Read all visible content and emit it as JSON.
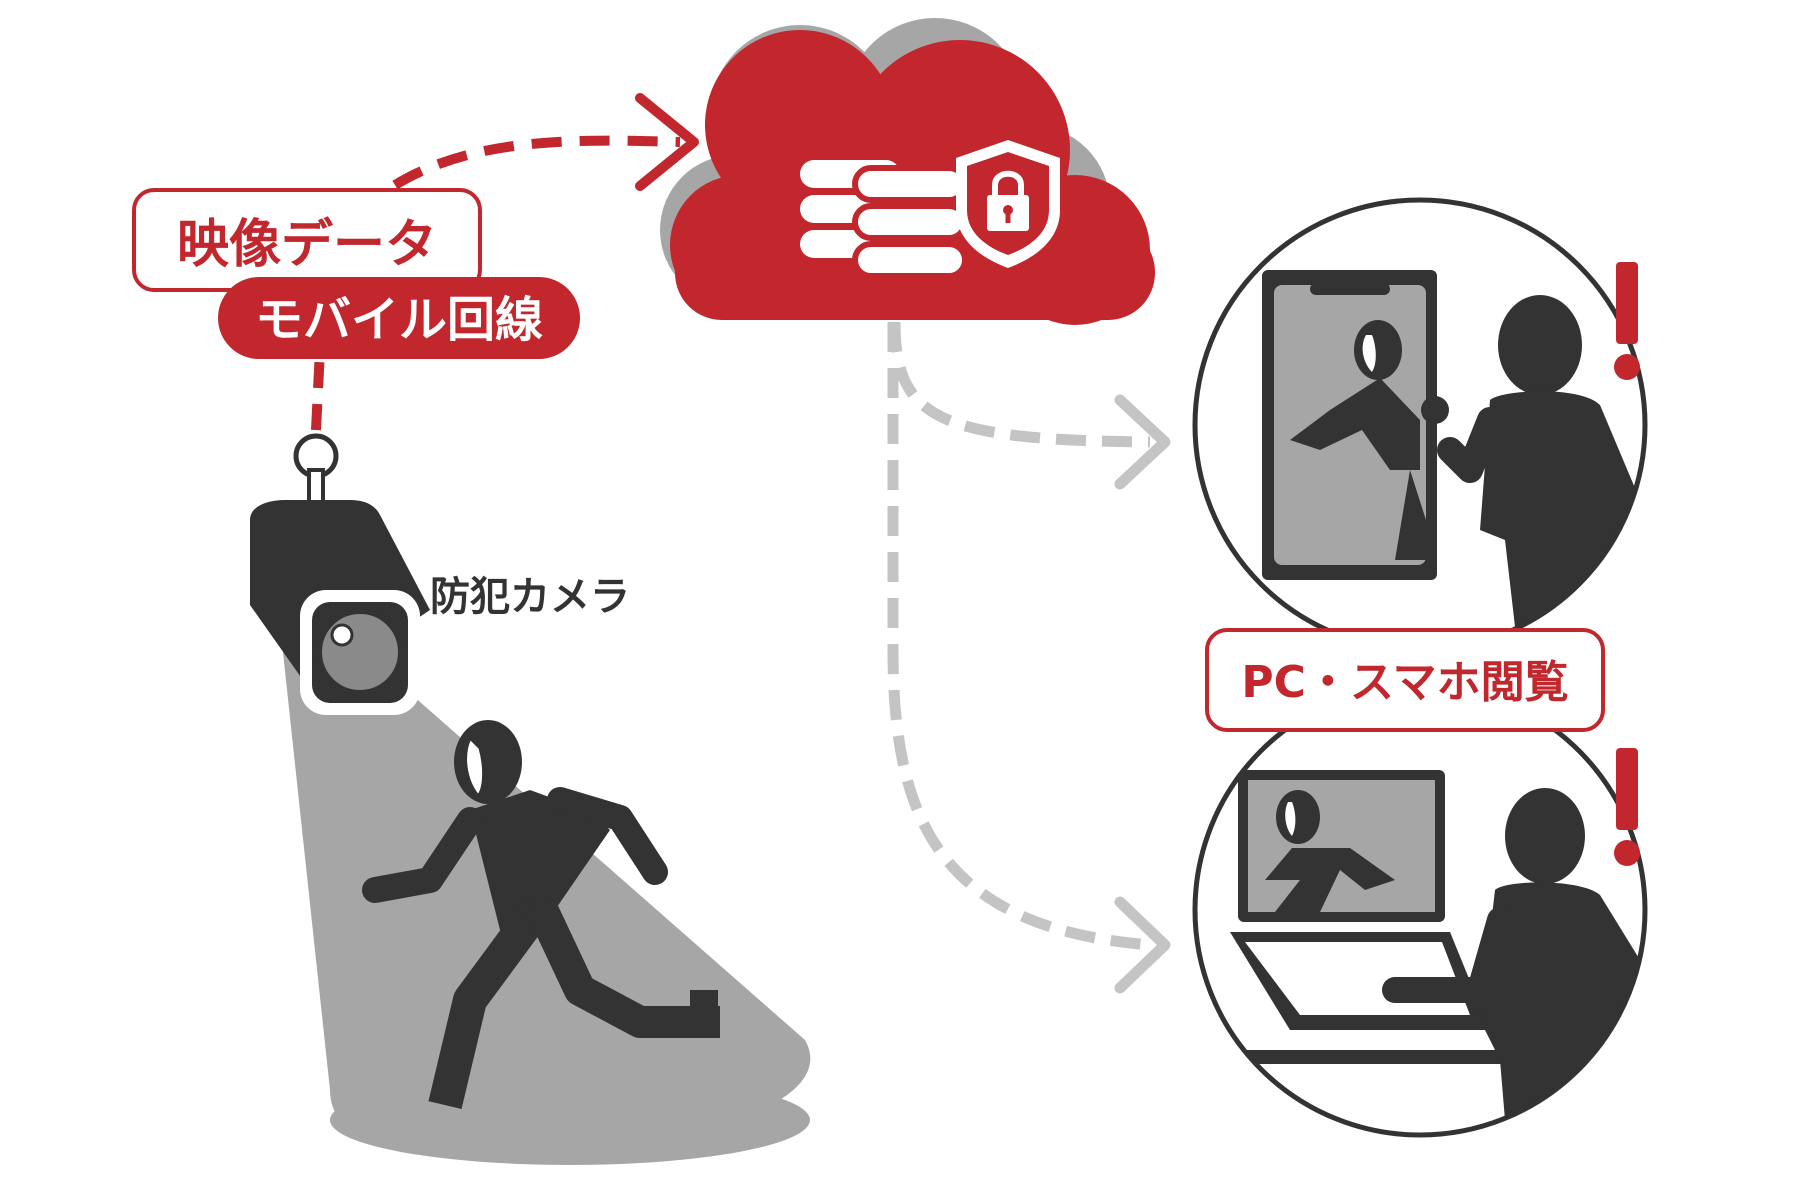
{
  "labels": {
    "video_data": "映像データ",
    "mobile_line": "モバイル回線",
    "security_camera": "防犯カメラ",
    "pc_smartphone_view": "PC・スマホ閲覧"
  },
  "colors": {
    "accent_red": "#c1272d",
    "dark": "#333333",
    "gray": "#a6a6a6",
    "light_gray": "#c4c4c4",
    "white": "#ffffff"
  },
  "icons": {
    "cloud": "cloud-icon",
    "database": "database-icon",
    "shield_lock": "shield-lock-icon",
    "camera": "security-camera-icon",
    "person_running": "running-person-icon",
    "smartphone": "smartphone-icon",
    "laptop": "laptop-icon",
    "alert": "exclamation-icon"
  }
}
